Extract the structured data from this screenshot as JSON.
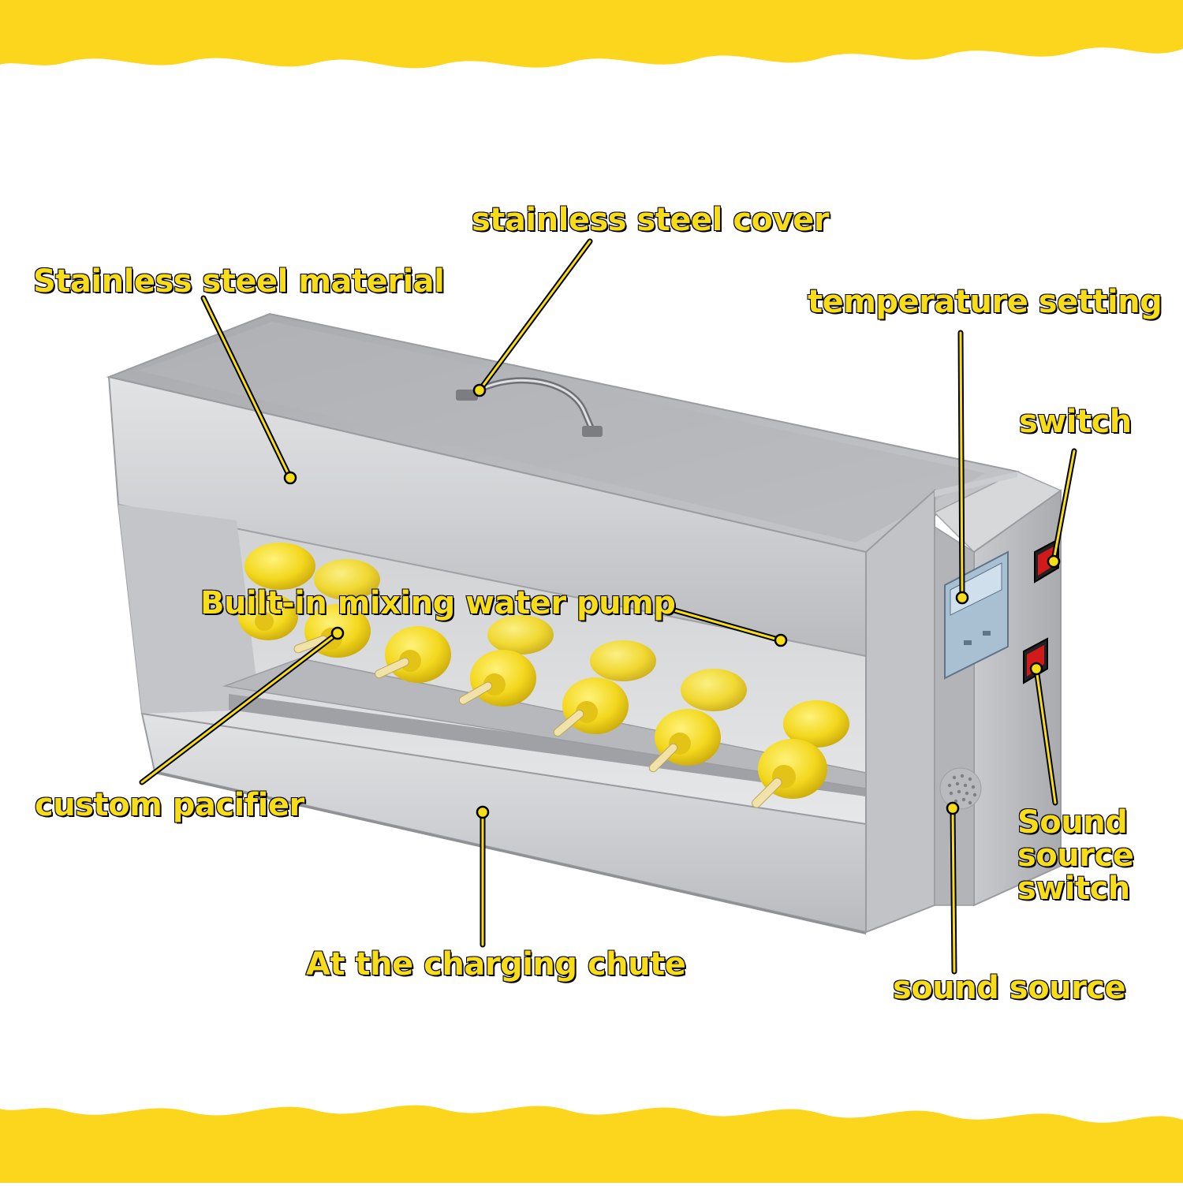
{
  "colors": {
    "accent_yellow": "#f7dc1a",
    "steel_light": "#d9dadc",
    "steel_mid": "#b9bbbe",
    "steel_dark": "#8e9094",
    "callout_line": "#000000"
  },
  "callouts": {
    "stainless_steel_material": "Stainless steel material",
    "stainless_steel_cover": "stainless steel cover",
    "temperature_setting": "temperature setting",
    "switch": "switch",
    "built_in_pump": "Built-in mixing water pump",
    "custom_pacifier": "custom pacifier",
    "sound_source_switch": "Sound\nsource\nswitch",
    "at_charging_chute": "At the charging chute",
    "sound_source": "sound source"
  },
  "icons": {
    "handle": "lid-handle-icon",
    "bottle": "feeding-bottle-icon",
    "speaker": "speaker-grille-icon",
    "display": "temperature-display-icon",
    "rocker_switch": "rocker-switch-icon"
  }
}
